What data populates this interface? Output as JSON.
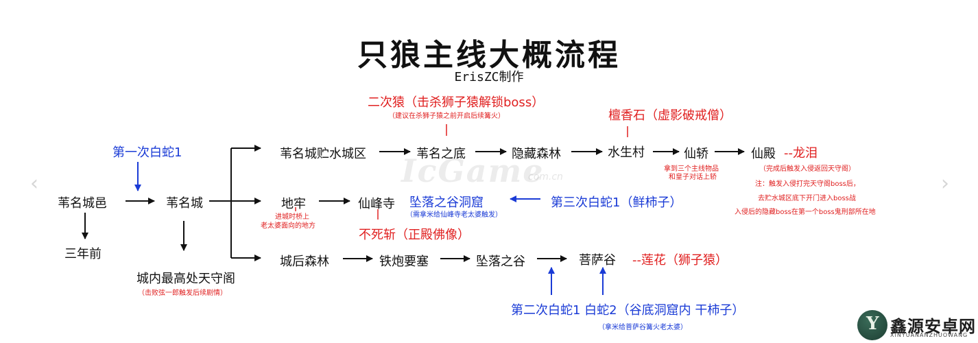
{
  "title": "只狼主线大概流程",
  "author": "ErisZC制作",
  "nodes": {
    "ashina_outskirts": "苇名城邑",
    "three_years_ago": "三年前",
    "ashina_castle": "苇名城",
    "castle_top": "城内最高处天守阁",
    "castle_top_note": "（击败弦一郎触发后续剧情）",
    "reservoir": "苇名城贮水城区",
    "ashina_depths": "苇名之底",
    "hidden_forest": "隐藏森林",
    "mibu_village": "水生村",
    "sunken_valley_note_left": "拿到三个主线物品",
    "sunken_valley_note_left2": "和皇子对话上轿",
    "palanquin": "仙轿",
    "fountainhead": "仙殿",
    "dragon_tear": "--龙泪",
    "dragon_note1": "（完成后触发入侵返回天守阁）",
    "dragon_note2": "注：触发入侵打完天守阁boss后，",
    "dragon_note3": "去贮水城区底下开门进入boss战",
    "dragon_note4": "入侵后的隐藏boss在第一个boss鬼刑部所在地",
    "second_monkey": "二次猿（击杀狮子猿解锁boss）",
    "second_monkey_note": "（建议在杀狮子猿之前开启后续篝火）",
    "sandalwood": "檀香石（虚影破戒僧）",
    "dungeon": "地牢",
    "dungeon_note1": "进城时桥上",
    "dungeon_note2": "老太婆面向的地方",
    "senpou_temple": "仙峰寺",
    "mortal_blade": "不死斩（正殿佛像）",
    "gun_fort_cave": "坠落之谷洞窟",
    "gun_fort_cave_note": "（需拿米给仙峰寺老太婆触发）",
    "third_snake": "第三次白蛇1（鲜柿子）",
    "first_snake": "第一次白蛇1",
    "abandoned_dungeon": "城后森林",
    "gun_fort": "铁炮要塞",
    "sunken_valley": "坠落之谷",
    "bodhisattva_valley": "菩萨谷",
    "lotus": "--莲花（狮子猿）",
    "second_snake": "第二次白蛇1 白蛇2（谷底洞窟内 干柿子）",
    "second_snake_note": "（拿米给菩萨谷篝火老太婆）"
  },
  "watermark": "IcGame",
  "watermark_sub": "com.cn",
  "logo": {
    "mark": "Y",
    "name": "鑫源安卓网",
    "domain": "XINYUANANZHUOWANG"
  },
  "nav": {
    "prev": "‹",
    "next": "›"
  },
  "colors": {
    "red": "#e02020",
    "blue": "#1a3bd6",
    "text": "#111111"
  }
}
